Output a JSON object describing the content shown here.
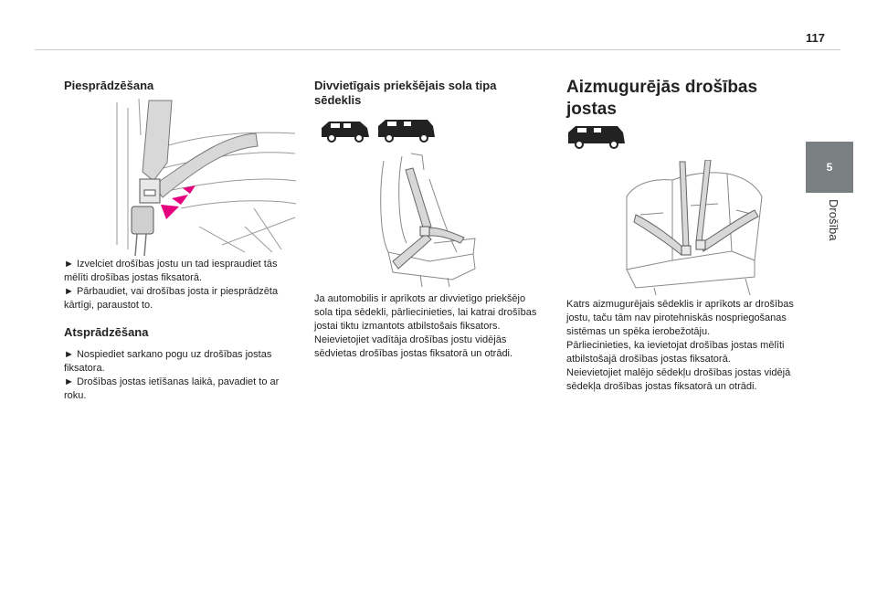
{
  "page": {
    "number": "117"
  },
  "side_tab": {
    "number": "5",
    "label": "Drošība"
  },
  "col1": {
    "heading1": "Piesprādzēšana",
    "p1": "► Izvelciet drošības jostu un tad iespraudiet tās mēlīti drošības jostas fiksatorā.",
    "p2": "► Pārbaudiet, vai drošības josta ir piesprādzēta kārtīgi, paraustot to.",
    "heading2": "Atsprādzēšana",
    "p3": "► Nospiediet sarkano pogu uz drošības jostas fiksatora.",
    "p4": "► Drošības jostas ietīšanas laikā, pavadiet to ar roku."
  },
  "col2": {
    "heading": "Divvietīgais priekšējais sola tipa sēdeklis",
    "p1": "Ja automobilis ir aprīkots ar divvietīgo priekšējo sola tipa sēdekli, pārliecinieties, lai katrai drošības jostai tiktu izmantots atbilstošais fiksators.",
    "p2": "Neievietojiet vadītāja drošības jostu vidējās sēdvietas drošības jostas fiksatorā un otrādi."
  },
  "col3": {
    "heading": "Aizmugurējās drošības jostas",
    "p1": "Katrs aizmugurējais sēdeklis ir aprīkots ar drošības jostu, taču tām nav pirotehniskās nospriegošanas sistēmas un spēka ierobežotāju.",
    "p2": "Pārliecinieties, ka ievietojat drošības jostas mēlīti atbilstošajā drošības jostas fiksatorā.",
    "p3": "Neievietojiet malējo sēdekļu drošības jostas vidējā sēdekļa drošības jostas fiksatorā un otrādi."
  },
  "icons": {
    "van_short": "van-short-icon",
    "van_long": "van-long-icon",
    "accent_color": "#e6007e",
    "tab_color": "#7a7f82"
  }
}
